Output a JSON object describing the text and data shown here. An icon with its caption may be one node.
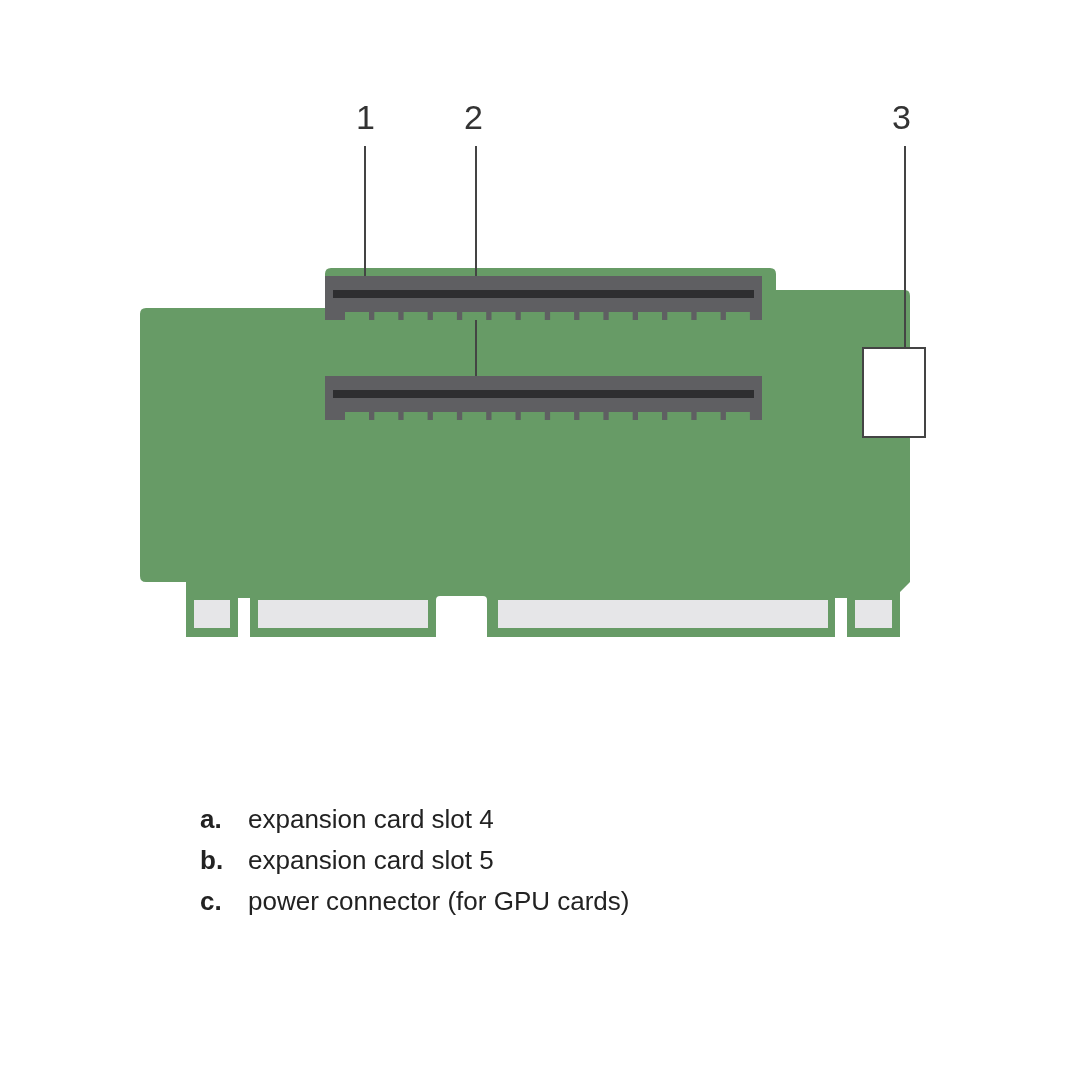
{
  "diagram": {
    "nodes": [
      {
        "text": [
          "1"
        ]
      },
      {
        "text": [
          "2"
        ]
      },
      {
        "text": [
          "3"
        ]
      },
      {
        "text": [],
        "shape": "bar"
      },
      {
        "text": [],
        "shape": "bar"
      },
      {
        "text": [],
        "shape": "box"
      }
    ],
    "edges": [
      {
        "from": 0,
        "to": 3,
        "arrow": "none"
      },
      {
        "from": 1,
        "to": 4,
        "arrow": "none"
      },
      {
        "from": 2,
        "to": 5,
        "arrow": "none"
      }
    ],
    "labels": [
      "a.",
      "expansion card slot 4",
      "b.",
      "expansion card slot 5",
      "c.",
      "power connector (for GPU cards)"
    ]
  }
}
